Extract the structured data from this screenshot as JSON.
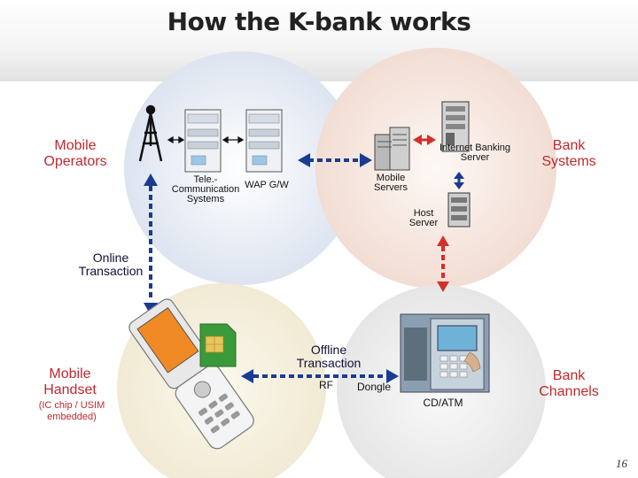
{
  "title": "How the K-bank works",
  "labels": {
    "mobile_operators": "Mobile\nOperators",
    "bank_systems": "Bank\nSystems",
    "online_transaction": "Online\nTransaction",
    "offline_transaction": "Offline\nTransaction",
    "mobile_handset": "Mobile\nHandset",
    "handset_note": "(IC chip / USIM\nembedded)",
    "bank_channels": "Bank\nChannels",
    "telecom_systems": "Tele.-\nCommunication\nSystems",
    "wap_gw": "WAP G/W",
    "mobile_servers": "Mobile\nServers",
    "internet_banking_server": "Internet Banking\nServer",
    "host_server": "Host\nServer",
    "rf": "RF",
    "dongle": "Dongle",
    "cd_atm": "CD/ATM"
  },
  "page_number": "16",
  "colors": {
    "accent_red": "#c0282d",
    "arrow_blue": "#1a3b8f",
    "arrow_red": "#d4302a",
    "circle_blue": "#e8edf6",
    "circle_pink": "#f7eae4"
  }
}
